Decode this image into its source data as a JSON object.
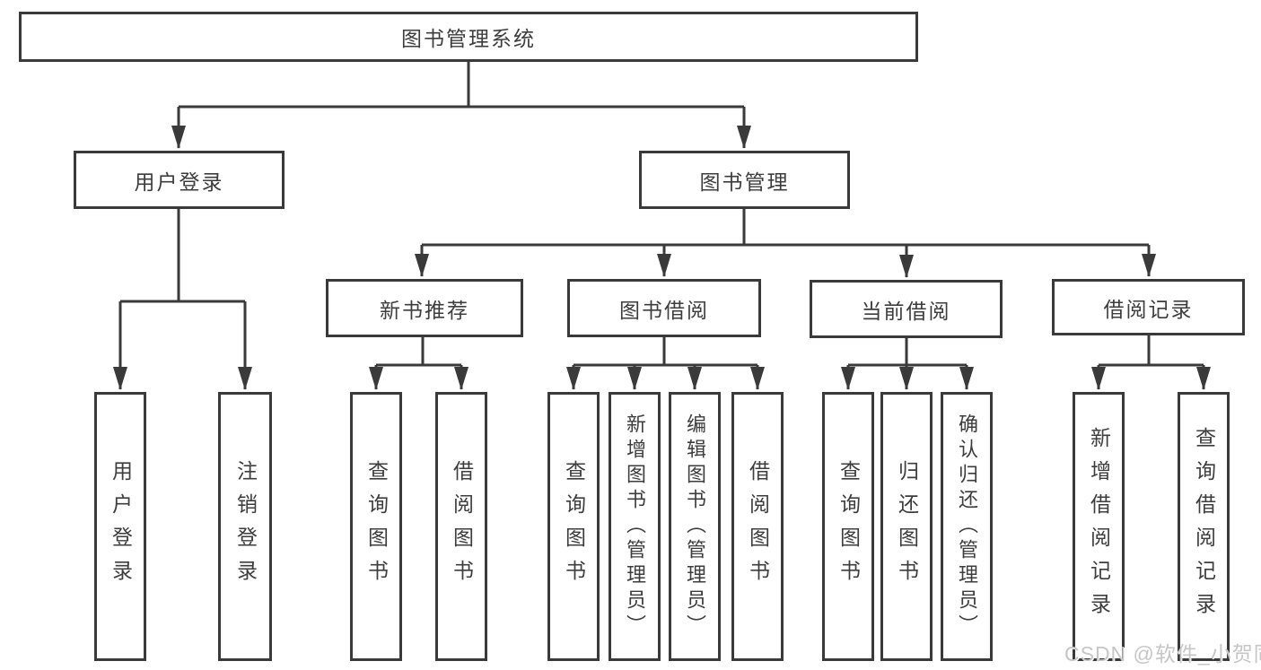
{
  "diagram": {
    "root": {
      "label": "图书管理系统"
    },
    "level2": [
      {
        "id": "user-login",
        "label": "用户登录"
      },
      {
        "id": "book-management",
        "label": "图书管理"
      }
    ],
    "level3": [
      {
        "id": "new-book-recommend",
        "label": "新书推荐",
        "parent": "图书管理"
      },
      {
        "id": "book-borrow",
        "label": "图书借阅",
        "parent": "图书管理"
      },
      {
        "id": "current-borrow",
        "label": "当前借阅",
        "parent": "图书管理"
      },
      {
        "id": "borrow-records",
        "label": "借阅记录",
        "parent": "图书管理"
      }
    ],
    "leaves": [
      {
        "group": "用户登录",
        "label": "用户登录"
      },
      {
        "group": "用户登录",
        "label": "注销登录"
      },
      {
        "group": "新书推荐",
        "label": "查询图书"
      },
      {
        "group": "新书推荐",
        "label": "借阅图书"
      },
      {
        "group": "图书借阅",
        "label": "查询图书"
      },
      {
        "group": "图书借阅",
        "label": "新增图书（管理员）"
      },
      {
        "group": "图书借阅",
        "label": "编辑图书（管理员）"
      },
      {
        "group": "图书借阅",
        "label": "借阅图书"
      },
      {
        "group": "当前借阅",
        "label": "查询图书"
      },
      {
        "group": "当前借阅",
        "label": "归还图书"
      },
      {
        "group": "当前借阅",
        "label": "确认归还（管理员）"
      },
      {
        "group": "借阅记录",
        "label": "新增借阅记录"
      },
      {
        "group": "借阅记录",
        "label": "查询借阅记录"
      }
    ]
  },
  "watermark": "CSDN @软件_小贺同学",
  "colors": {
    "line": "#3a3a3a",
    "text": "#3d3d3d",
    "watermark": "#c6c6c6",
    "background": "#ffffff"
  }
}
